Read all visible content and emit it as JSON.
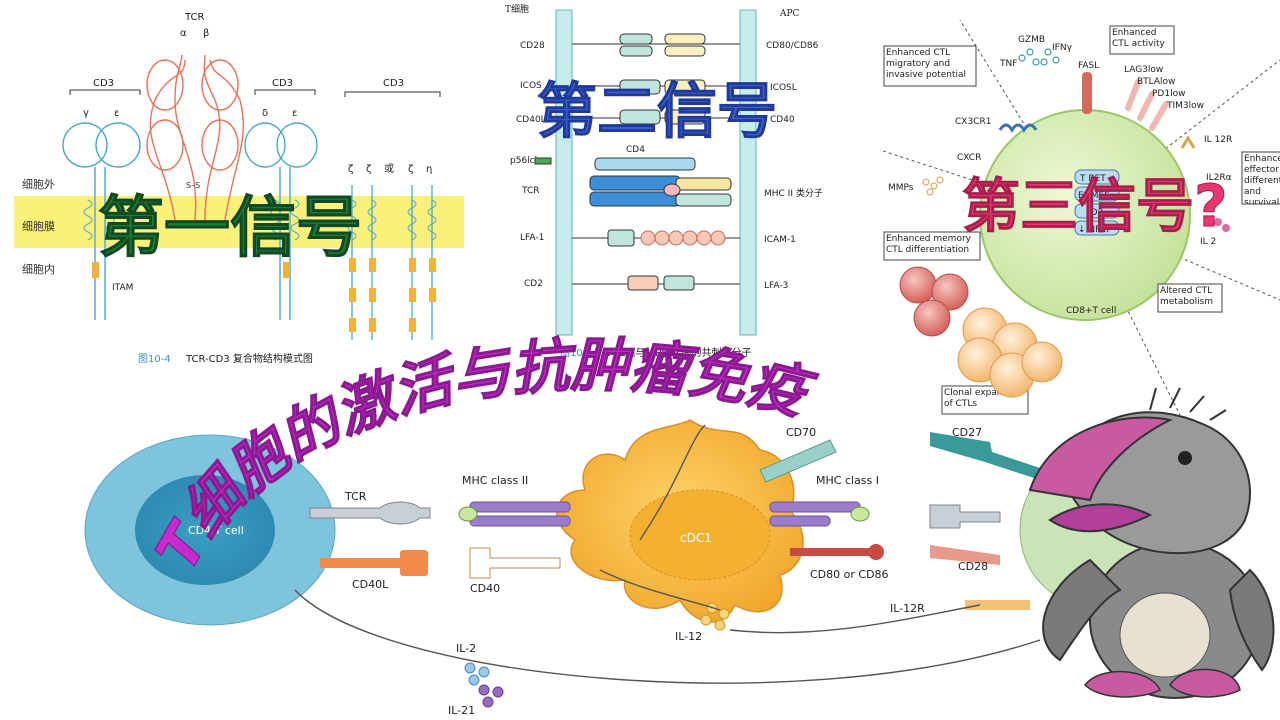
{
  "panel_tcr": {
    "labels": {
      "tcr": "TCR",
      "alpha": "α",
      "beta": "β",
      "cd3_left": "CD3",
      "cd3_mid": "CD3",
      "cd3_right": "CD3",
      "gamma": "γ",
      "epsilon1": "ε",
      "delta": "δ",
      "epsilon2": "ε",
      "zeta1": "ζ",
      "zeta2": "ζ",
      "or": "或",
      "zeta3": "ζ",
      "eta": "η",
      "outside": "细胞外",
      "membrane": "细胞膜",
      "inside": "细胞内",
      "itam": "ITAM",
      "ss": "S–S"
    },
    "caption_num": "图10-4",
    "caption_text": "TCR-CD3 复合物结构模式图"
  },
  "panel_costim": {
    "t_cell": "T细胞",
    "apc": "APC",
    "left": [
      "CD28",
      "ICOS",
      "CD40L",
      "p56lck",
      "TCR",
      "LFA-1",
      "CD2"
    ],
    "cd4": "CD4",
    "right": [
      "CD80/CD86",
      "ICOSL",
      "CD40",
      "MHC II 类分子",
      "ICAM-1",
      "LFA-3"
    ],
    "caption_num": "图10-5",
    "caption_text": "T 细胞与 APC 之间的共刺激分子"
  },
  "panel_ctl": {
    "gzmb": "GZMB",
    "ifng": "IFNγ",
    "tnf": "TNF",
    "fasl": "FASL",
    "enh_activity": "Enhanced CTL activity",
    "enh_migratory": "Enhanced CTL migratory and invasive potential",
    "lag3": "LAG3low",
    "btla": "BTLAlow",
    "pd1": "PD1low",
    "tim3": "TIM3low",
    "cx3cr1": "CX3CR1",
    "cxcr": "CXCR",
    "il12r": "IL 12R",
    "il2ra": "IL2Rα",
    "il2": "IL 2",
    "enh_effector": "Enhanced effector differentiation and survival",
    "mmps": "MMPs",
    "tfs": [
      "T BET",
      "EOMES",
      "ID3",
      "↓ NFAT"
    ],
    "enh_memory": "Enhanced memory CTL differentiation",
    "altered_metab": "Altered CTL metabolism",
    "cd8_cell": "CD8+T cell",
    "clonal": "Clonal expansion of CTLs"
  },
  "panel_dc": {
    "cd4_cell": "CD4 T cell",
    "tcr": "TCR",
    "mhc2": "MHC class II",
    "cd40l": "CD40L",
    "cd40": "CD40",
    "cdc1": "cDC1",
    "cd70": "CD70",
    "mhc1": "MHC class I",
    "cd80": "CD80 or CD86",
    "cd27": "CD27",
    "cd28": "CD28",
    "il12": "IL-12",
    "il12r": "IL-12R",
    "il2": "IL-2",
    "il21": "IL-21"
  },
  "overlay": {
    "signal1": "第一信号",
    "signal2": "第二信号",
    "signal3": "第三信号?",
    "title": "T细胞的激活与抗肿瘤免疫"
  },
  "colors": {
    "signal1": "#1f7a3a",
    "signal2": "#3a5fd0",
    "signal3": "#e8386f",
    "title": "#c92ad0",
    "membrane": "#fbf07a",
    "ctl_cell": "#d8ecb0",
    "dc_cell": "#f2b33a",
    "cd4_cell": "#7ec4dc"
  }
}
